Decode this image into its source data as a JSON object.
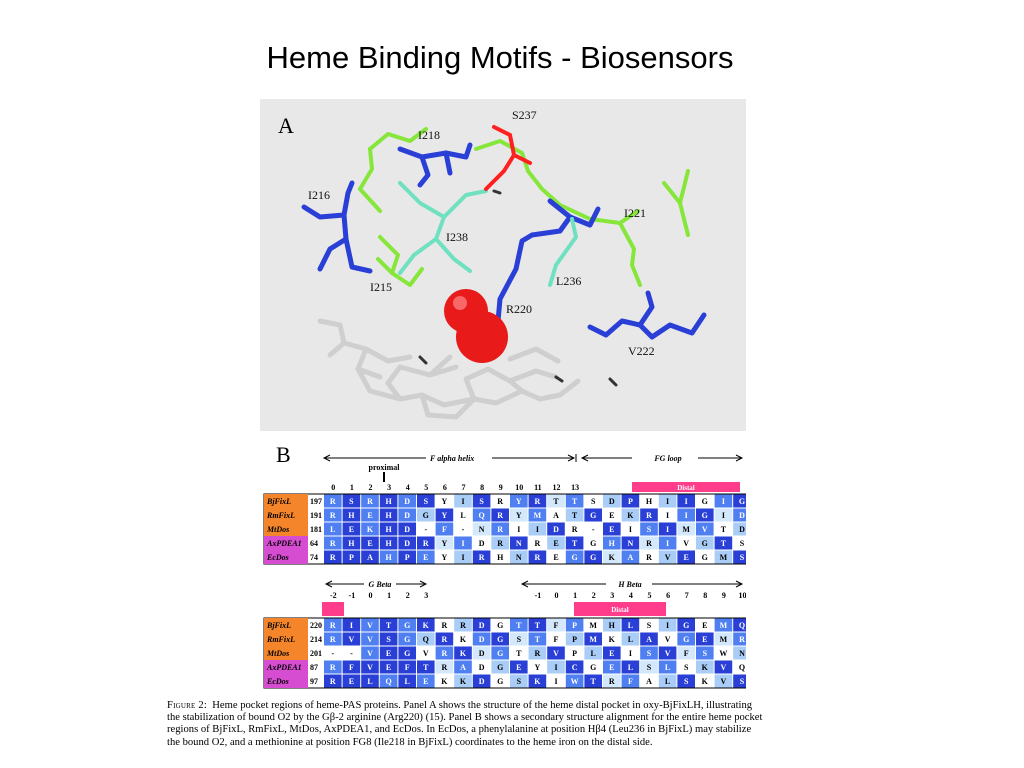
{
  "slide": {
    "title": "Heme Binding Motifs - Biosensors"
  },
  "panel_a": {
    "label": "A",
    "residues": [
      "S237",
      "I218",
      "I216",
      "I238",
      "I221",
      "L236",
      "I215",
      "R220",
      "V222"
    ]
  },
  "panel_b": {
    "label": "B",
    "top": {
      "helix_label": "F alpha helix",
      "loop_label": "FG loop",
      "proximal_label": "proximal",
      "distal_label": "Distal",
      "positions": [
        "0",
        "1",
        "2",
        "3",
        "4",
        "5",
        "6",
        "7",
        "8",
        "9",
        "10",
        "11",
        "12",
        "13"
      ],
      "rows": [
        {
          "name": "BjFixL",
          "num": "197",
          "seq": [
            "R",
            "S",
            "R",
            "H",
            "D",
            "S",
            "Y",
            "I",
            "S",
            "R",
            "Y",
            "R",
            "T",
            "T",
            "S",
            "D",
            "P",
            "H",
            "I",
            "I",
            "G",
            "I",
            "G"
          ]
        },
        {
          "name": "RmFixL",
          "num": "191",
          "seq": [
            "R",
            "H",
            "E",
            "H",
            "D",
            "G",
            "Y",
            "L",
            "Q",
            "R",
            "Y",
            "M",
            "A",
            "T",
            "G",
            "E",
            "K",
            "R",
            "I",
            "I",
            "G",
            "I",
            "D"
          ]
        },
        {
          "name": "MtDos",
          "num": "181",
          "seq": [
            "L",
            "E",
            "K",
            "H",
            "D",
            "-",
            "F",
            "-",
            "N",
            "R",
            "I",
            "I",
            "D",
            "R",
            "-",
            "E",
            "I",
            "S",
            "I",
            "M",
            "V",
            "T",
            "D"
          ]
        },
        {
          "name": "AxPDEA1",
          "num": "64",
          "seq": [
            "R",
            "H",
            "E",
            "H",
            "D",
            "R",
            "Y",
            "I",
            "D",
            "R",
            "N",
            "R",
            "E",
            "T",
            "G",
            "H",
            "N",
            "R",
            "I",
            "V",
            "G",
            "T",
            "S"
          ]
        },
        {
          "name": "EcDos",
          "num": "74",
          "seq": [
            "R",
            "P",
            "A",
            "H",
            "P",
            "E",
            "Y",
            "I",
            "R",
            "H",
            "N",
            "R",
            "E",
            "G",
            "G",
            "K",
            "A",
            "R",
            "V",
            "E",
            "G",
            "M",
            "S"
          ]
        }
      ]
    },
    "bottom": {
      "gbeta_label": "G Beta",
      "hbeta_label": "H Beta",
      "distal_label": "Distal",
      "g_positions": [
        "-2",
        "-1",
        "0",
        "1",
        "2",
        "3"
      ],
      "h_positions": [
        "-1",
        "0",
        "1",
        "2",
        "3",
        "4",
        "5",
        "6",
        "7",
        "8",
        "9",
        "10"
      ],
      "rows": [
        {
          "name": "BjFixL",
          "num": "220",
          "seq": [
            "R",
            "I",
            "V",
            "T",
            "G",
            "K",
            "R",
            "R",
            "D",
            "G",
            "T",
            "T",
            "F",
            "P",
            "M",
            "H",
            "L",
            "S",
            "I",
            "G",
            "E",
            "M",
            "Q"
          ]
        },
        {
          "name": "RmFixL",
          "num": "214",
          "seq": [
            "R",
            "V",
            "V",
            "S",
            "G",
            "Q",
            "R",
            "K",
            "D",
            "G",
            "S",
            "T",
            "F",
            "P",
            "M",
            "K",
            "L",
            "A",
            "V",
            "G",
            "E",
            "M",
            "R"
          ]
        },
        {
          "name": "MtDos",
          "num": "201",
          "seq": [
            "-",
            "-",
            "V",
            "E",
            "G",
            "V",
            "R",
            "K",
            "D",
            "G",
            "T",
            "R",
            "V",
            "P",
            "L",
            "E",
            "I",
            "S",
            "V",
            "F",
            "S",
            "W",
            "N"
          ]
        },
        {
          "name": "AxPDEA1",
          "num": "87",
          "seq": [
            "R",
            "F",
            "V",
            "E",
            "F",
            "T",
            "R",
            "A",
            "D",
            "G",
            "E",
            "Y",
            "I",
            "C",
            "G",
            "E",
            "L",
            "S",
            "L",
            "S",
            "K",
            "V",
            "Q"
          ]
        },
        {
          "name": "EcDos",
          "num": "97",
          "seq": [
            "R",
            "E",
            "L",
            "Q",
            "L",
            "E",
            "K",
            "K",
            "D",
            "G",
            "S",
            "K",
            "I",
            "W",
            "T",
            "R",
            "F",
            "A",
            "L",
            "S",
            "K",
            "V",
            "S"
          ]
        }
      ]
    }
  },
  "caption": {
    "fig_label": "Figure 2:",
    "line1": "Heme pocket regions of heme-PAS proteins. Panel A shows the structure of the heme distal pocket in oxy-BjFixLH, illustrating",
    "line2": "the stabilization of bound O2 by the Gβ-2 arginine (Arg220) (15). Panel B shows a secondary structure alignment for the entire heme pocket",
    "line3": "regions of BjFixL, RmFixL, MtDos, AxPDEA1, and EcDos. In EcDos, a phenylalanine at position Hβ4 (Leu236 in BjFixL) may stabilize",
    "line4": "the bound O2, and a methionine at position FG8 (Ile218 in BjFixL) coordinates to the heme iron on the distal side."
  },
  "colors": {
    "dark_blue": "#2a3fd6",
    "mid_blue": "#4f7ff0",
    "light_blue": "#a9cdf6",
    "pale_blue": "#d4e8fb",
    "pink": "#ff3d8b",
    "orange": "#f4852a",
    "magenta": "#d74dd2",
    "green_stick": "#86e63a",
    "blue_stick": "#2a3fd6",
    "cyan_stick": "#6fe0c0",
    "red_stick": "#ff2020",
    "gray_stick": "#c8c8c8"
  }
}
